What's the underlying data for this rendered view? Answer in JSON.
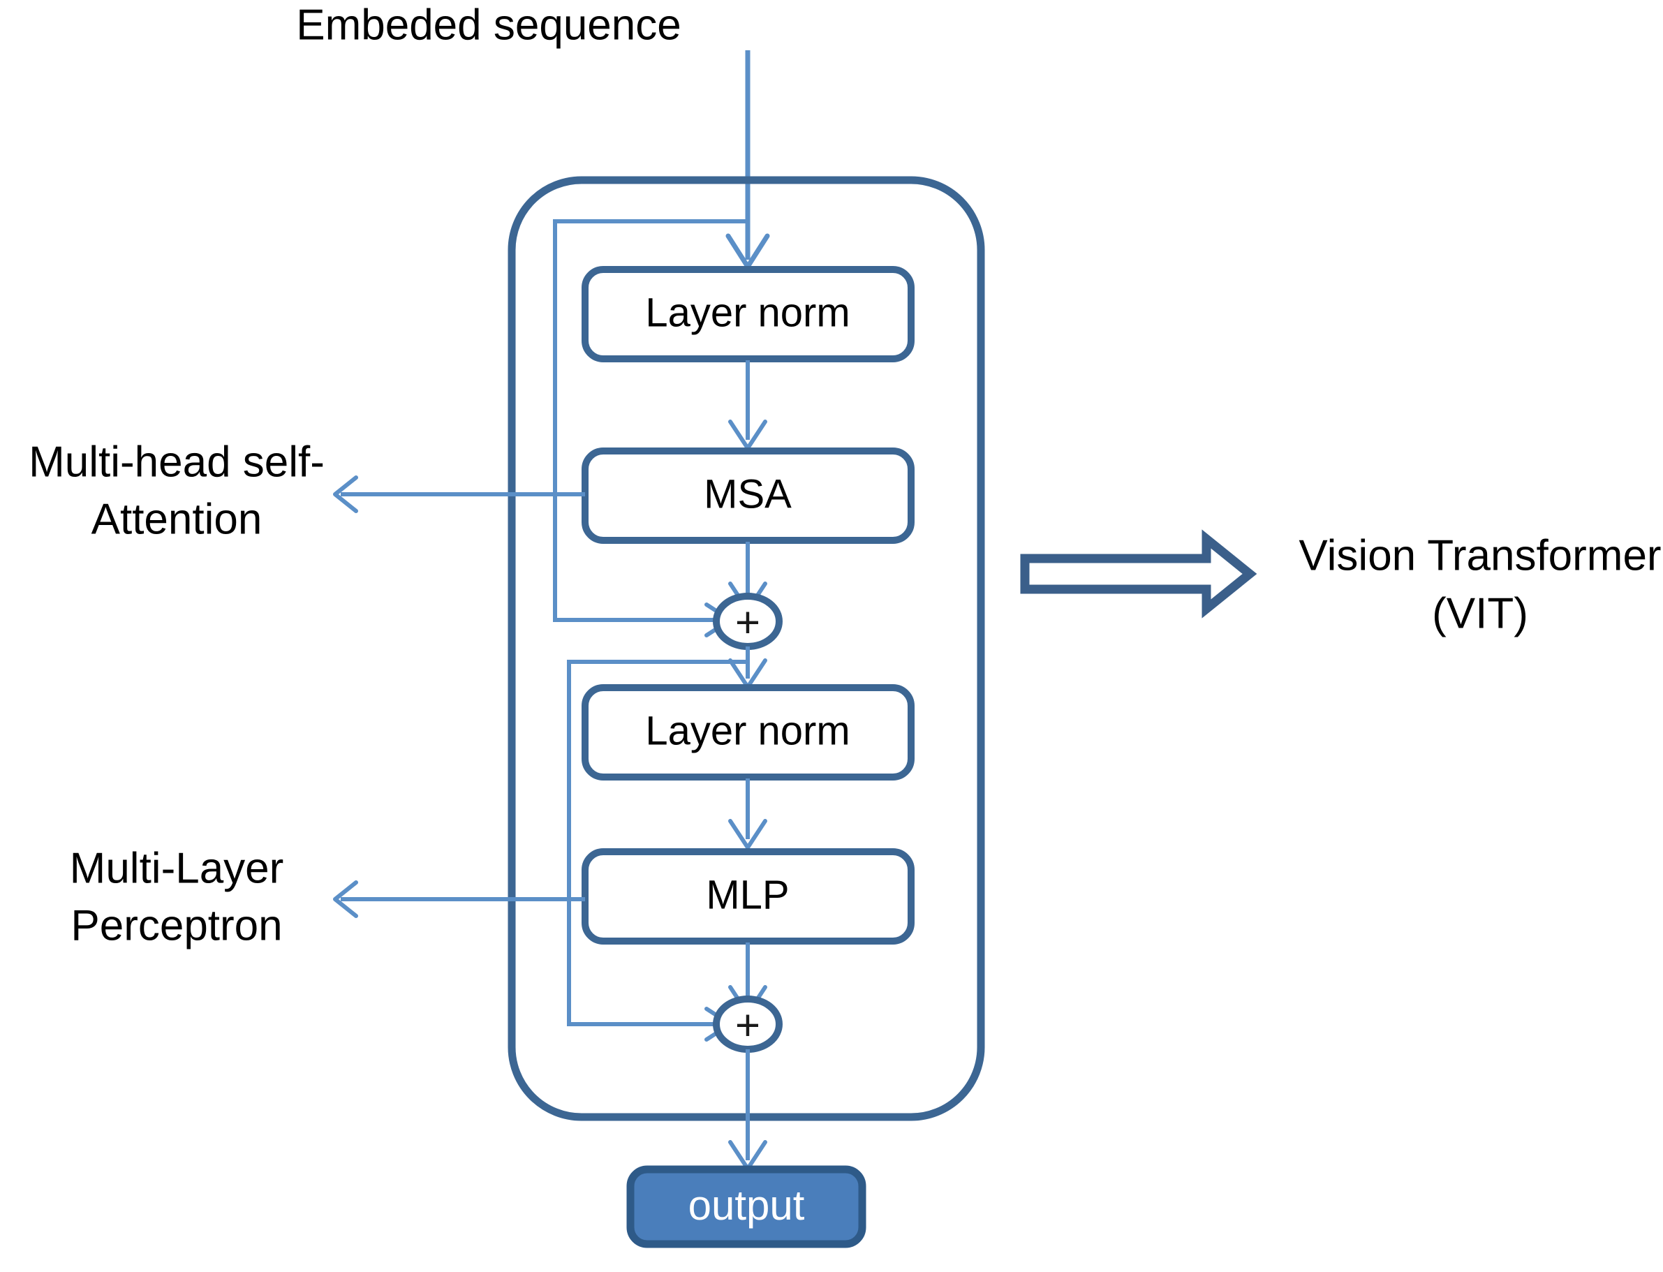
{
  "diagram": {
    "title_text": "Embeded sequence",
    "colors": {
      "box_stroke": "#3C6693",
      "box_fill": "#ffffff",
      "thin_line": "#5B8FC7",
      "output_fill": "#4A7EBB",
      "output_stroke": "#2E5A88",
      "block_arrow_stroke": "#3B5F8A",
      "text": "#000000",
      "output_text": "#ffffff"
    },
    "input_label": {
      "text": "Embeded sequence"
    },
    "encoder_block": {
      "name": "transformer-encoder-block",
      "nodes": [
        {
          "id": "layer-norm-1",
          "label": "Layer norm"
        },
        {
          "id": "msa",
          "label": "MSA"
        },
        {
          "id": "add-1",
          "label": "+"
        },
        {
          "id": "layer-norm-2",
          "label": "Layer norm"
        },
        {
          "id": "mlp",
          "label": "MLP"
        },
        {
          "id": "add-2",
          "label": "+"
        }
      ]
    },
    "annotations": [
      {
        "id": "msa-annotation",
        "lines": [
          "Multi-head self-",
          "Attention"
        ]
      },
      {
        "id": "mlp-annotation",
        "lines": [
          "Multi-Layer",
          "Perceptron"
        ]
      }
    ],
    "output_node": {
      "label": "output"
    },
    "result_label": {
      "lines": [
        "Vision Transformer",
        "(VIT)"
      ]
    },
    "block_arrow": {
      "direction": "right"
    }
  }
}
